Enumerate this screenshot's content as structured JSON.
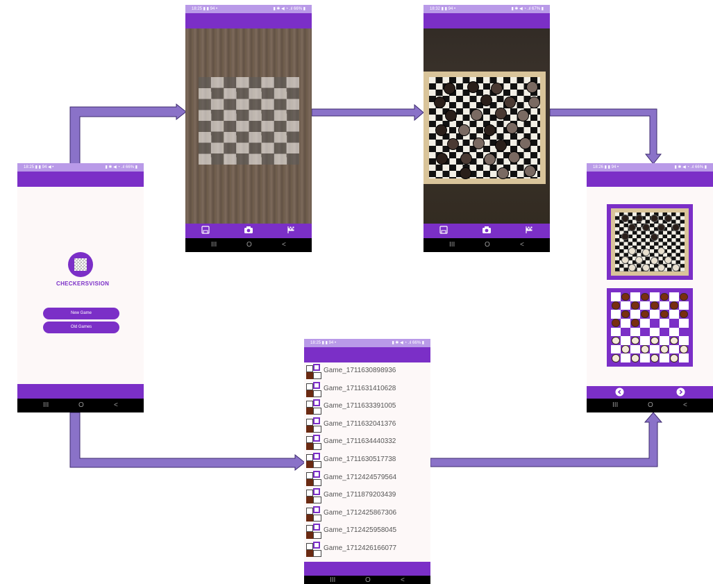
{
  "main_screen": {
    "status_left": "18:25 ▮ ▮ 94 ◀ •",
    "status_right": "▮ ✱ ◀ ◔ .ıl 66% ▮",
    "logo_text": "CHECKERSVISION",
    "new_game_label": "New Game",
    "old_games_label": "Old Games"
  },
  "camera_screen": {
    "status_left": "18:25 ▮ ▮ 94 •",
    "status_right": "▮ ✱ ◀ ◔ .ıl 66% ▮",
    "icons": [
      "save-icon",
      "camera-icon",
      "flag-icon"
    ]
  },
  "captured_screen": {
    "status_left": "18:32 ▮ ▮ 94 •",
    "status_right": "▮ ✱ ◀ ◔ .ıl 67% ▮",
    "icons": [
      "save-icon",
      "camera-icon",
      "flag-icon"
    ]
  },
  "result_screen": {
    "status_left": "18:26 ▮ ▮ 94 •",
    "status_right": "▮ ✱ ◀ ◔ .ıl 66% ▮",
    "prev_icon": "chevron-left-icon",
    "next_icon": "chevron-right-icon"
  },
  "games_list_screen": {
    "status_left": "18:25 ▮ ▮ 94 •",
    "status_right": "▮ ✱ ◀ ◔ .ıl 66% ▮",
    "games": [
      "Game_1711630898936",
      "Game_1711631410628",
      "Game_1711633391005",
      "Game_1711632041376",
      "Game_1711634440332",
      "Game_1711630517738",
      "Game_1712424579564",
      "Game_1711879203439",
      "Game_1712425867306",
      "Game_1712425958045",
      "Game_1712426166077"
    ]
  },
  "nav_glyphs": {
    "recent": "III",
    "home": "O",
    "back": "<"
  },
  "colors": {
    "accent": "#7b2fc7",
    "status": "#b99ae8",
    "arrow_fill": "#8a72c8",
    "arrow_stroke": "#3c2a6e"
  }
}
